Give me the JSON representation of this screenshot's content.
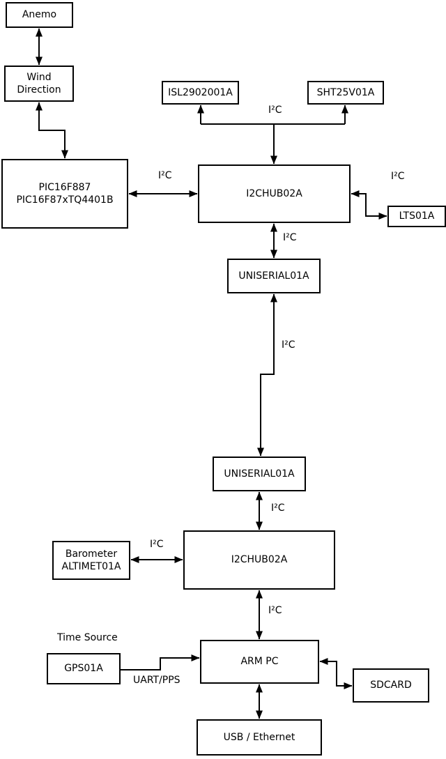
{
  "diagram": {
    "colors": {
      "background": "#ffffff",
      "line": "#000000",
      "text": "#000000"
    },
    "nodes": {
      "anemo": {
        "label": "Anemo"
      },
      "wind_direction": {
        "label": "Wind\nDirection"
      },
      "pic": {
        "label": "PIC16F887\nPIC16F87xTQ4401B"
      },
      "isl": {
        "label": "ISL2902001A"
      },
      "sht": {
        "label": "SHT25V01A"
      },
      "hub1": {
        "label": "I2CHUB02A"
      },
      "lts": {
        "label": "LTS01A"
      },
      "uniserial1": {
        "label": "UNISERIAL01A"
      },
      "uniserial2": {
        "label": "UNISERIAL01A"
      },
      "hub2": {
        "label": "I2CHUB02A"
      },
      "barometer": {
        "label": "Barometer\nALTIMET01A"
      },
      "gps": {
        "label": "GPS01A"
      },
      "arm_pc": {
        "label": "ARM PC"
      },
      "sdcard": {
        "label": "SDCARD"
      },
      "usb_ethernet": {
        "label": "USB / Ethernet"
      }
    },
    "captions": {
      "time_source": "Time Source"
    },
    "edges": [
      {
        "from": "anemo",
        "to": "wind_direction",
        "label": "",
        "bidirectional": true
      },
      {
        "from": "wind_direction",
        "to": "pic",
        "label": "",
        "bidirectional": true
      },
      {
        "from": "pic",
        "to": "hub1",
        "label": "I²C",
        "bidirectional": true
      },
      {
        "from": "hub1",
        "to": "isl_and_sht",
        "label": "I²C",
        "bidirectional": false
      },
      {
        "from": "hub1",
        "to": "lts",
        "label": "I²C",
        "bidirectional": true
      },
      {
        "from": "hub1",
        "to": "uniserial1",
        "label": "I²C",
        "bidirectional": true
      },
      {
        "from": "uniserial1",
        "to": "uniserial2",
        "label": "I²C",
        "bidirectional": true
      },
      {
        "from": "uniserial2",
        "to": "hub2",
        "label": "I²C",
        "bidirectional": true
      },
      {
        "from": "barometer",
        "to": "hub2",
        "label": "I²C",
        "bidirectional": true
      },
      {
        "from": "hub2",
        "to": "arm_pc",
        "label": "I²C",
        "bidirectional": true
      },
      {
        "from": "gps",
        "to": "arm_pc",
        "label": "UART/PPS",
        "bidirectional": false
      },
      {
        "from": "arm_pc",
        "to": "sdcard",
        "label": "",
        "bidirectional": true
      },
      {
        "from": "arm_pc",
        "to": "usb_ethernet",
        "label": "",
        "bidirectional": true
      }
    ]
  }
}
